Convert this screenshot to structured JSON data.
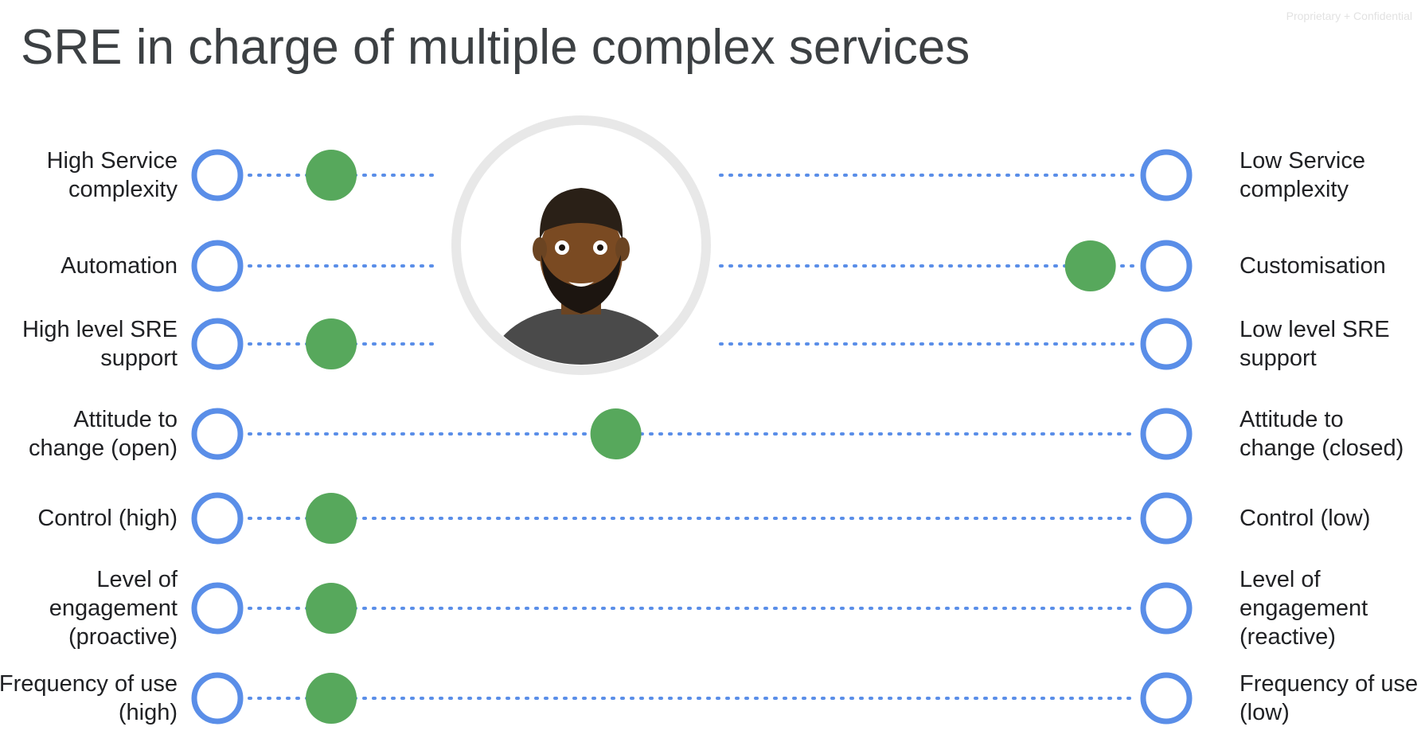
{
  "header": {
    "title": "SRE in charge of multiple complex services",
    "confidential": "Proprietary + Confidential"
  },
  "colors": {
    "ring": "#5a8ee8",
    "marker": "#57a85c",
    "dots": "#5a8ee8",
    "avatar_ring": "#e8e8e8"
  },
  "rows": [
    {
      "left": "High Service complexity",
      "right": "Low Service complexity",
      "marker_position": 0.12
    },
    {
      "left": "Automation",
      "right": "Customisation",
      "marker_position": 0.92
    },
    {
      "left": "High level SRE support",
      "right": "Low level SRE support",
      "marker_position": 0.12
    },
    {
      "left": "Attitude to change (open)",
      "right": "Attitude to change (closed)",
      "marker_position": 0.42
    },
    {
      "left": "Control (high)",
      "right": "Control (low)",
      "marker_position": 0.12
    },
    {
      "left": "Level of engagement (proactive)",
      "right": "Level of engagement (reactive)",
      "marker_position": 0.12
    },
    {
      "left": "Frequency of use (high)",
      "right": "Frequency of use (low)",
      "marker_position": 0.12
    }
  ]
}
